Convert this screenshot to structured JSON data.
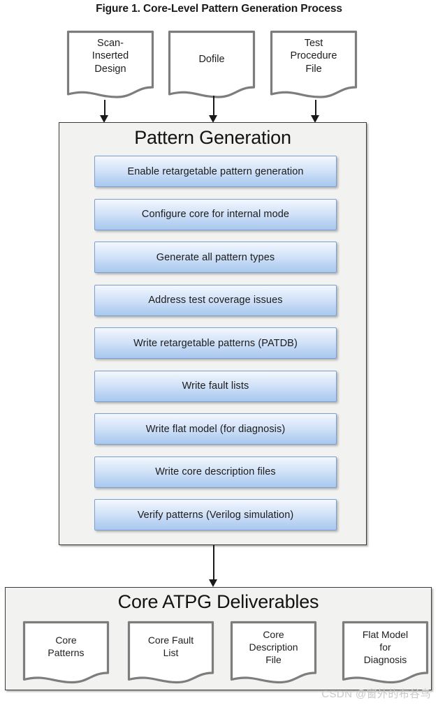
{
  "figure": {
    "title": "Figure 1. Core-Level Pattern Generation Process"
  },
  "inputs": [
    {
      "id": "scan-inserted-design",
      "label": "Scan-\nInserted\nDesign"
    },
    {
      "id": "dofile",
      "label": "Dofile"
    },
    {
      "id": "test-procedure-file",
      "label": "Test\nProcedure\nFile"
    }
  ],
  "pattern_generation": {
    "title": "Pattern Generation",
    "steps": [
      {
        "label": "Enable retargetable pattern generation"
      },
      {
        "label": "Configure core for internal mode"
      },
      {
        "label": "Generate all pattern types"
      },
      {
        "label": "Address test coverage issues"
      },
      {
        "label": "Write retargetable patterns (PATDB)"
      },
      {
        "label": "Write fault lists"
      },
      {
        "label": "Write flat model (for diagnosis)"
      },
      {
        "label": "Write core description files"
      },
      {
        "label": "Verify patterns (Verilog simulation)"
      }
    ]
  },
  "deliverables": {
    "title": "Core ATPG Deliverables",
    "items": [
      {
        "id": "core-patterns",
        "label": "Core\nPatterns"
      },
      {
        "id": "core-fault-list",
        "label": "Core Fault\nList"
      },
      {
        "id": "core-description-file",
        "label": "Core\nDescription\nFile"
      },
      {
        "id": "flat-model-for-diagnosis",
        "label": "Flat Model\nfor\nDiagnosis"
      }
    ]
  },
  "watermark": {
    "text": "CSDN @窗外的布谷鸟"
  },
  "colors": {
    "step_border": "#7b9fd0",
    "step_fill_top": "#f4f8ff",
    "step_fill_bottom": "#aac9ee",
    "panel_fill": "#f2f2f0",
    "panel_border": "#3a3a3a",
    "doc_border": "#7d7d7d",
    "arrow": "#1a1a1a",
    "watermark": "#c9c9c9"
  }
}
